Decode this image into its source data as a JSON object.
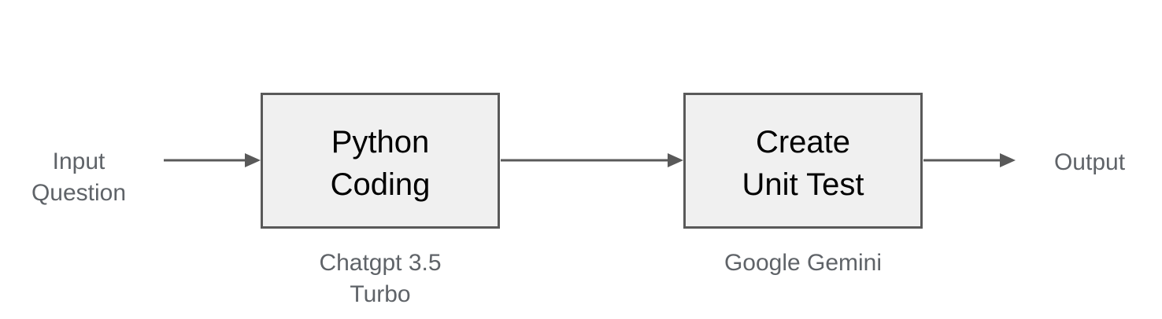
{
  "diagram": {
    "input_label": "Input\nQuestion",
    "output_label": "Output",
    "nodes": [
      {
        "title": "Python\nCoding",
        "caption": "Chatgpt 3.5\nTurbo"
      },
      {
        "title": "Create\nUnit Test",
        "caption": "Google Gemini"
      }
    ],
    "arrows": [
      {
        "from": "input-question",
        "to": "python-coding"
      },
      {
        "from": "python-coding",
        "to": "create-unit-test"
      },
      {
        "from": "create-unit-test",
        "to": "output"
      }
    ],
    "colors": {
      "background": "#ffffff",
      "box_fill": "#f0f0f0",
      "box_border": "#595959",
      "arrow": "#595959",
      "label_text": "#5f6368",
      "node_text": "#000000"
    }
  }
}
